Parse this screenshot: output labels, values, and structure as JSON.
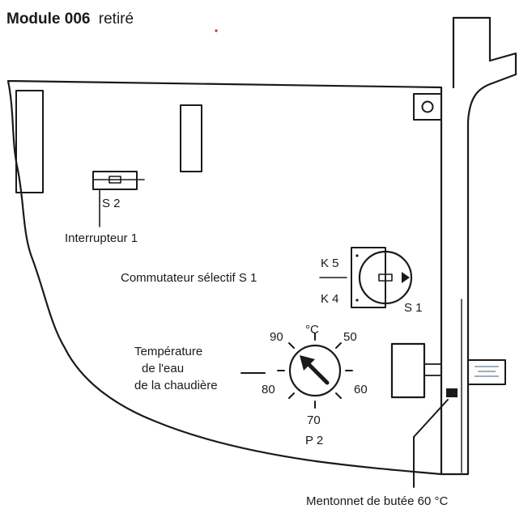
{
  "title": {
    "bold": "Module 006",
    "rest": "retiré"
  },
  "labels": {
    "s2": "S 2",
    "interrupteur": "Interrupteur 1",
    "k5": "K 5",
    "k4": "K 4",
    "commutateur": "Commutateur sélectif S 1",
    "s1": "S 1",
    "temperature_line1": "Température",
    "temperature_line2": "de l'eau",
    "temperature_line3": "de la chaudière",
    "p2": "P 2",
    "mentonnet": "Mentonnet de butée 60 °C"
  },
  "dial": {
    "unit": "°C",
    "ticks": {
      "t90": "90",
      "t50": "50",
      "t80": "80",
      "t60": "60",
      "t70": "70"
    }
  }
}
